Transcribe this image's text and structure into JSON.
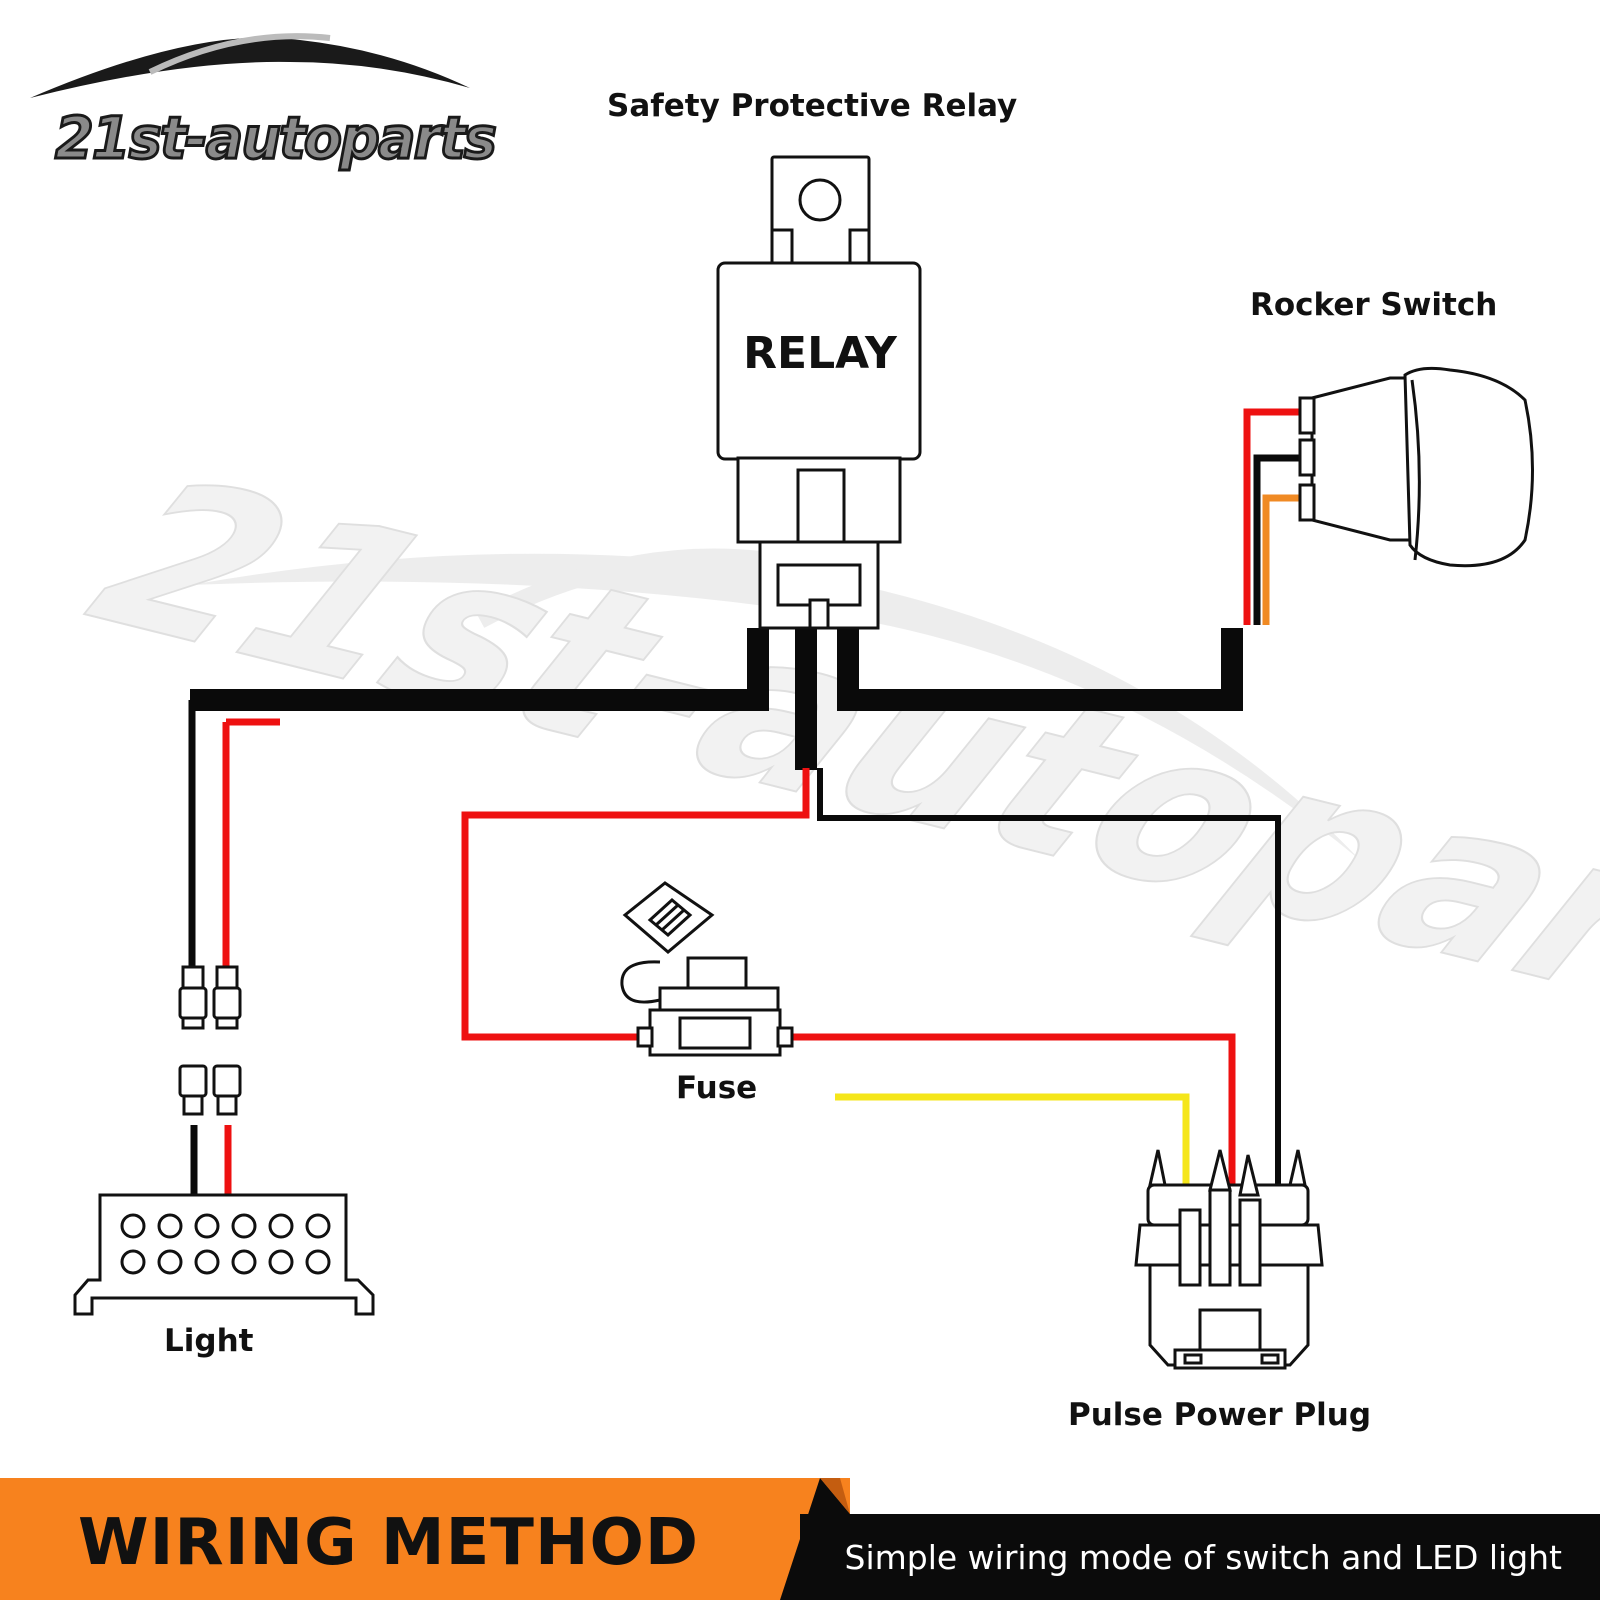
{
  "brand": {
    "logo_text": "21st-autoparts",
    "watermark_text": "21st-autoparts"
  },
  "labels": {
    "relay_title": "Safety Protective Relay",
    "relay_body": "RELAY",
    "rocker_switch": "Rocker Switch",
    "fuse": "Fuse",
    "light": "Light",
    "pulse_power_plug": "Pulse Power Plug"
  },
  "banner": {
    "title": "WIRING METHOD",
    "subtitle": "Simple wiring mode of switch and LED light"
  },
  "colors": {
    "wire_black": "#0a0a0a",
    "wire_red": "#ee1111",
    "wire_orange": "#f08a24",
    "wire_yellow": "#f5e61a",
    "banner_orange": "#f7821e",
    "banner_dark": "#0b0b0b"
  },
  "icons": {
    "relay": "relay-icon",
    "rocker_switch": "rocker-switch-icon",
    "fuse": "fuse-holder-icon",
    "light": "led-light-bar-icon",
    "plug": "pulse-power-plug-icon",
    "connector": "wire-connector-icon"
  }
}
